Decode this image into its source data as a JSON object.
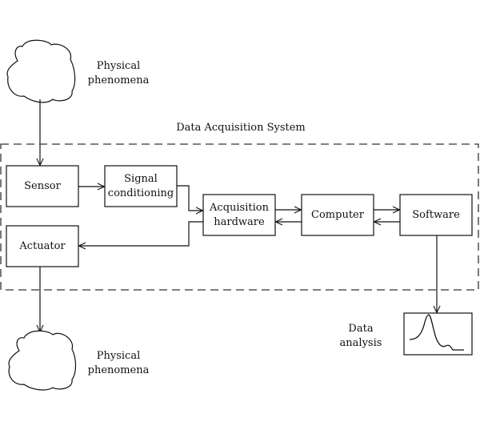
{
  "system_label": "Data Acquisition System",
  "phenomena_top": {
    "line1": "Physical",
    "line2": "phenomena"
  },
  "phenomena_bottom": {
    "line1": "Physical",
    "line2": "phenomena"
  },
  "blocks": {
    "sensor": "Sensor",
    "signal_conditioning": {
      "line1": "Signal",
      "line2": "conditioning"
    },
    "acquisition_hardware": {
      "line1": "Acquisition",
      "line2": "hardware"
    },
    "computer": "Computer",
    "software": "Software",
    "actuator": "Actuator"
  },
  "data_analysis": {
    "line1": "Data",
    "line2": "analysis"
  },
  "colors": {
    "stroke": "#111111",
    "background": "#ffffff"
  }
}
